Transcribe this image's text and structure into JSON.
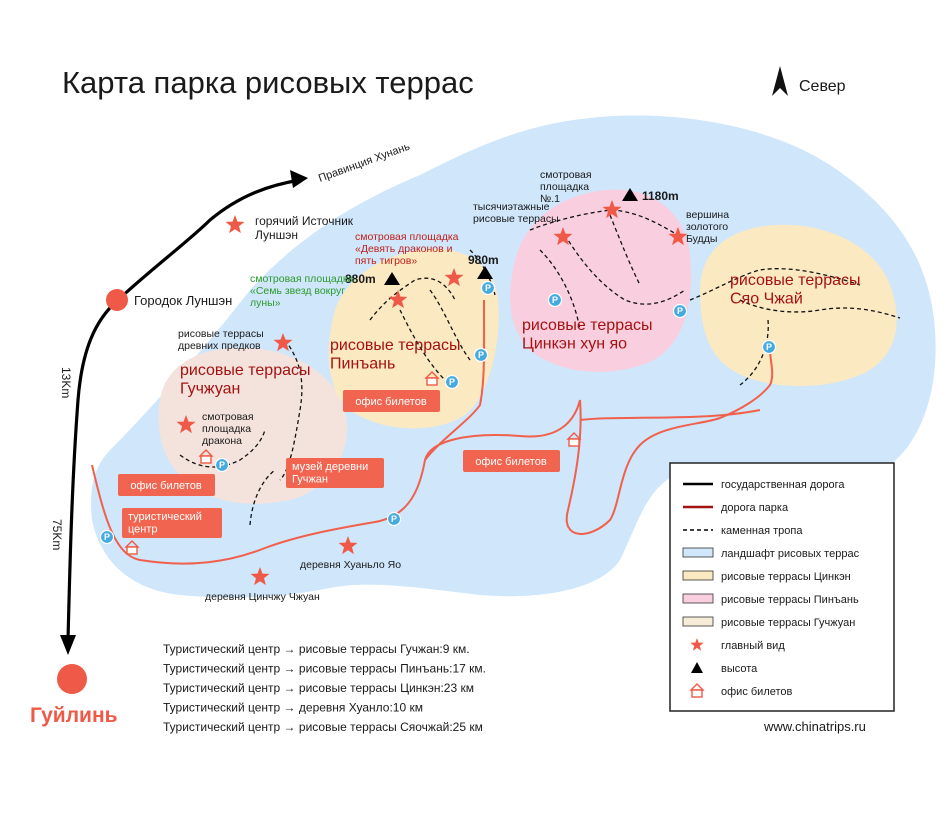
{
  "title": "Карта парка рисовых террас",
  "north_label": "Север",
  "road_labels": {
    "guangxi": "Правинция Хунань",
    "km13": "13Km",
    "km75": "75Km"
  },
  "towns": {
    "longsheng": "Городок Луншэн",
    "guilin": "Гуйлинь"
  },
  "regions": {
    "guzhuang": "рисовые террасы Гучжуан",
    "pingan": "рисовые террасы Пинъань",
    "jinkeng": "рисовые террасы Цинкэн хун яо",
    "xiaozhai": "рисовые террасы Сяо Чжай"
  },
  "places": {
    "hotspring": "горячий Источник Луншэн",
    "ancestors": "рисовые террасы древних предков",
    "dragon_view": "смотровая площадка дракона",
    "seven_stars": "смотровая площадка «Семь звезд вокруг луны»",
    "nine_dragons": "смотровая площадка «Девять драконов и пять тигров»",
    "thousand_layer": "тысячиэтажные рисовые террасы",
    "view1": "смотровая площадка №.1",
    "golden_buddha": "вершина золотого Будды",
    "huangluo": "деревня Хуаньло Яо",
    "jinzhu": "деревня Цинчжу Чжуан",
    "museum": "музей деревни Гучжан",
    "tourist_center": "туристический центр"
  },
  "elevations": {
    "e880": "880m",
    "e980": "980m",
    "e1180": "1180m"
  },
  "ticket_office": "офис билетов",
  "parking_symbol": "P",
  "legend": {
    "items": [
      {
        "label": "государственная дорога",
        "kind": "national-road",
        "color": "#000000"
      },
      {
        "label": "дорога парка",
        "kind": "park-road",
        "color": "#a41212"
      },
      {
        "label": "каменная тропа",
        "kind": "stone-path",
        "color": "#000000"
      },
      {
        "label": "ландшафт рисовых террас",
        "kind": "swatch",
        "color": "#cfe6fb"
      },
      {
        "label": "рисовые террасы Цинкэн",
        "kind": "swatch",
        "color": "#fbe9c2"
      },
      {
        "label": "рисовые террасы Пинъань",
        "kind": "swatch",
        "color": "#f9cfe0"
      },
      {
        "label": "рисовые террасы Гучжуан",
        "kind": "swatch",
        "color": "#f6ecd8"
      },
      {
        "label": "главный вид",
        "kind": "star-icon",
        "color": "#ef5a48"
      },
      {
        "label": "высота",
        "kind": "triangle-icon",
        "color": "#000000"
      },
      {
        "label": "офис билетов",
        "kind": "house-icon",
        "color": "#ef5a48"
      }
    ]
  },
  "distances": [
    "Туристический центр → рисовые террасы Гучжан:9 км.",
    "Туристический центр → рисовые террасы Пинъань:17 км.",
    "Туристический центр → рисовые террасы Цинкэн:23 км",
    "Туристический центр → деревня Хуанло:10 км",
    "Туристический центр → рисовые террасы  Сяочжай:25 км"
  ],
  "website": "www.chinatrips.ru",
  "colors": {
    "landscape": "#cfe6fb",
    "pingan": "#fbe9c2",
    "jinkeng": "#f9cfe0",
    "guzhuang": "#f6ecd8",
    "accent": "#ef5a48",
    "parking": "#45aadf"
  }
}
